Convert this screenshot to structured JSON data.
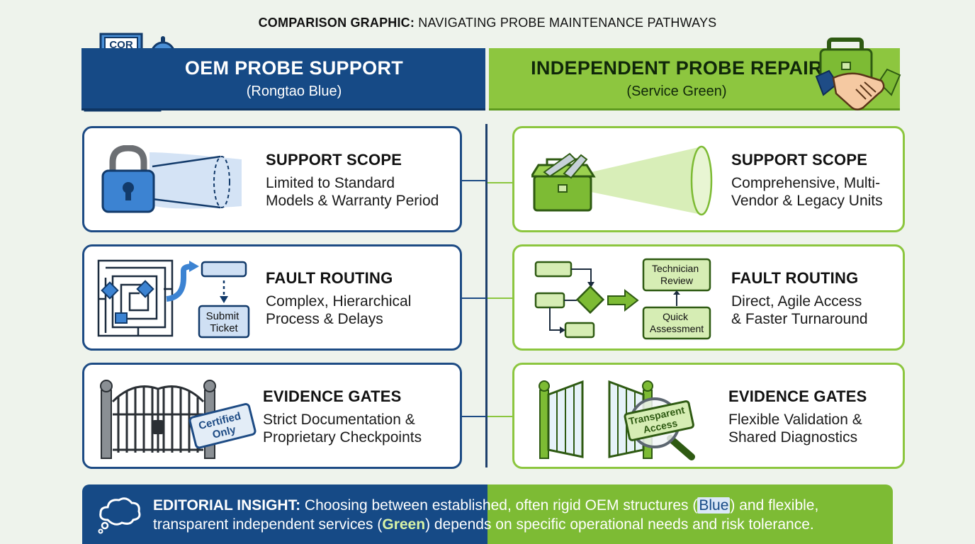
{
  "title": {
    "bold": "COMPARISON GRAPHIC:",
    "rest": " NAVIGATING PROBE MAINTENANCE PATHWAYS"
  },
  "oem": {
    "title": "OEM PROBE SUPPORT",
    "subtitle": "(Rongtao Blue)",
    "building_label": "COR",
    "color": "#164a86"
  },
  "independent": {
    "title": "INDEPENDENT PROBE REPAIR",
    "subtitle": "(Service Green)",
    "color": "#8dc63f"
  },
  "oem_cards": [
    {
      "title": "SUPPORT SCOPE",
      "desc": "Limited to Standard\nModels & Warranty Period",
      "icon": "padlock-icon"
    },
    {
      "title": "FAULT ROUTING",
      "desc": "Complex, Hierarchical\nProcess & Delays",
      "icon": "maze-icon",
      "box_label": "Submit\nTicket"
    },
    {
      "title": "EVIDENCE GATES",
      "desc": "Strict Documentation &\nProprietary Checkpoints",
      "icon": "locked-gate-icon",
      "stamp": "Certified\nOnly"
    }
  ],
  "independent_cards": [
    {
      "title": "SUPPORT SCOPE",
      "desc": "Comprehensive, Multi-\nVendor & Legacy Units",
      "icon": "toolbox-icon"
    },
    {
      "title": "FAULT ROUTING",
      "desc": "Direct, Agile Access\n& Faster Turnaround",
      "icon": "flowchart-icon",
      "box_top": "Technician\nReview",
      "box_bottom": "Quick\nAssessment"
    },
    {
      "title": "EVIDENCE GATES",
      "desc": "Flexible Validation &\nShared Diagnostics",
      "icon": "open-gate-icon",
      "stamp": "Transparent\nAccess"
    }
  ],
  "insight": {
    "label": "EDITORIAL INSIGHT:",
    "text_1": " Choosing between established, often rigid OEM structures (",
    "blue_word": "Blue",
    "text_2": ") and flexible, transparent independent services (",
    "green_word": "Green",
    "text_3": ") depends on specific operational needs and risk tolerance."
  }
}
